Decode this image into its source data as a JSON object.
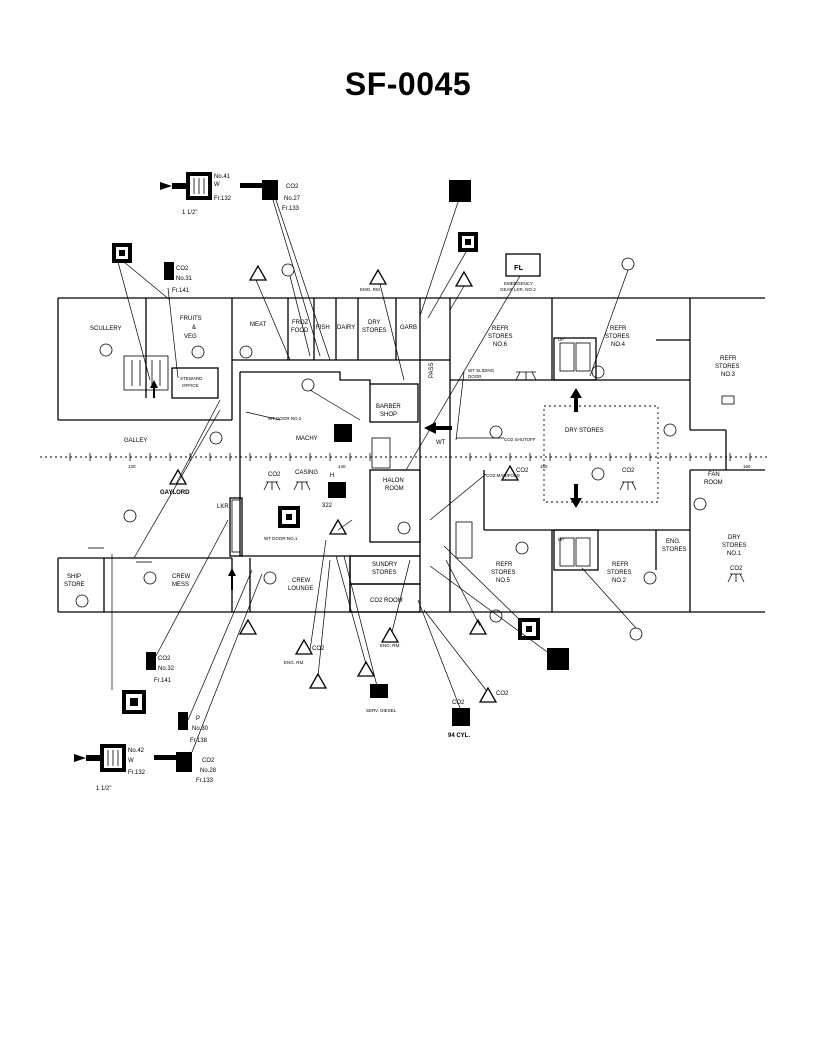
{
  "title": "SF-0045",
  "rooms": {
    "scullery": "SCULLERY",
    "fruits_1": "FRUITS",
    "fruits_2": "&",
    "fruits_3": "VEG",
    "meat": "MEAT",
    "froz_1": "FROZ",
    "froz_2": "FOOD",
    "fish": "FISH",
    "dairy": "DAIRY",
    "dry_1": "DRY",
    "dry_2": "STORES",
    "garb": "GARB",
    "steward_1": "STEWARD",
    "steward_2": "OFFICE",
    "galley": "GALLEY",
    "gaylord": "GAYLORD",
    "machy": "MACHY",
    "barber_1": "BARBER",
    "barber_2": "SHOP",
    "casing": "CASING",
    "halon_1": "HALON",
    "halon_2": "ROOM",
    "pass": "PASS",
    "refr6_1": "REFR",
    "refr6_2": "STORES",
    "refr6_3": "NO.6",
    "refr4_1": "REFR",
    "refr4_2": "STORES",
    "refr4_3": "NO.4",
    "refr3_1": "REFR",
    "refr3_2": "STORES",
    "refr3_3": "NO.3",
    "dry_stores_center": "DRY STORES",
    "fan_1": "FAN",
    "fan_2": "ROOM",
    "dry1_1": "DRY",
    "dry1_2": "STORES",
    "dry1_3": "NO.1",
    "eng_1": "ENG.",
    "eng_2": "STORES",
    "refr5_1": "REFR",
    "refr5_2": "STORES",
    "refr5_3": "NO.5",
    "refr2_1": "REFR",
    "refr2_2": "STORES",
    "refr2_3": "NO.2",
    "ship_1": "SHIP",
    "ship_2": "STORE",
    "crew_mess_1": "CREW",
    "crew_mess_2": "MESS",
    "crew_lounge_1": "CREW",
    "crew_lounge_2": "LOUNGE",
    "sundry_1": "SUNDRY",
    "sundry_2": "STORES",
    "co2_room": "CO2 ROOM",
    "lkr": "LKR",
    "wt": "WT",
    "up_left": "UP",
    "up_right": "UP"
  },
  "notes": {
    "wt_door_2": "WT DOOR NO.2",
    "wt_door_1": "WT DOOR NO.1",
    "wt_sliding_1": "WT SLIDING",
    "wt_sliding_2": "DOOR",
    "co2_shutoff": "CO2 SHUTOFF",
    "co2_manifold": "CO2 MANIFOLD",
    "emergency_1": "EMERGENCY",
    "emergency_2": "GEAR LKR. NO.2",
    "fl": "FL",
    "eng_rm_1": "ENG. RM.",
    "eng_rm_2": "ENG. RM.",
    "eng_rm_3": "ENG. RM.",
    "emg_rm": "EMG. RM.",
    "serv_diesel": "SERV. DIESEL",
    "h_label": "H",
    "num_322": "322",
    "co2_center": "CO2",
    "co2_right": "CO2",
    "co2_dry1": "CO2",
    "frame_a": "130",
    "frame_b": "140",
    "frame_c": "150",
    "frame_d": "160"
  },
  "callouts": {
    "top_station_no": "No.41",
    "top_station_type": "W",
    "top_station_fr": "Fr.132",
    "top_pipe": "1 1/2\"",
    "top_co2": "CO2",
    "top_co2_no": "No.27",
    "top_co2_fr": "Fr.133",
    "co2_31": "CO2",
    "co2_31_no": "No.31",
    "co2_31_fr": "Fr.141",
    "co2_32": "CO2",
    "co2_32_no": "No.32",
    "co2_32_fr": "Fr.141",
    "p_30": "P",
    "p_30_no": "No.30",
    "p_30_fr": "Fr.138",
    "bottom_station_no": "No.42",
    "bottom_station_type": "W",
    "bottom_station_fr": "Fr.132",
    "bottom_pipe": "1 1/2\"",
    "bottom_co2": "CO2",
    "bottom_co2_no": "No.28",
    "bottom_co2_fr": "Fr.133",
    "co2_cyl": "CO2",
    "cyl_count": "94 CYL.",
    "co2_tri": "CO2",
    "co2_tri_mid": "CO2",
    "co2_manifold_tri": "CO2"
  }
}
